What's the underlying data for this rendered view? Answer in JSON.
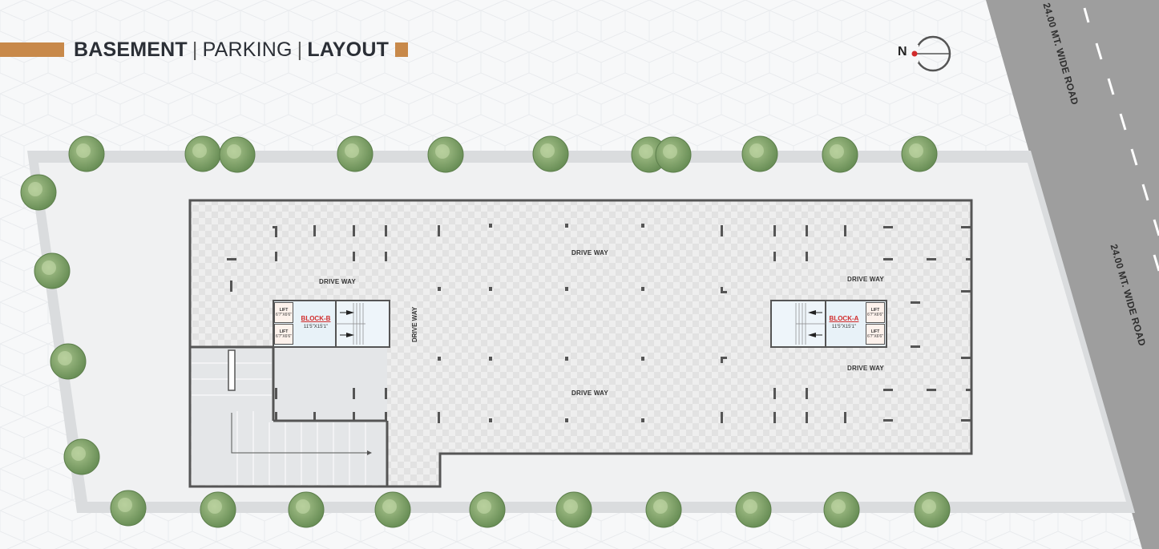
{
  "title": {
    "part1": "BASEMENT",
    "part2": "PARKING",
    "part3": "LAYOUT",
    "separator": "|"
  },
  "compass": {
    "label": "N"
  },
  "road": {
    "label_top": "24.00 MT. WIDE ROAD",
    "label_right": "24.00 MT. WIDE ROAD"
  },
  "driveways": {
    "top_center": "DRIVE WAY",
    "left_mid": "DRIVE WAY",
    "right_upper": "DRIVE WAY",
    "right_lower": "DRIVE WAY",
    "bottom_center": "DRIVE WAY",
    "vertical": "DRIVE WAY"
  },
  "block_b": {
    "name": "BLOCK-B",
    "dims": "11'5\"X15'1\"",
    "lifts": [
      {
        "label": "LIFT",
        "dims": "6'7\"X6'6\""
      },
      {
        "label": "LIFT",
        "dims": "6'7\"X6'6\""
      }
    ]
  },
  "block_a": {
    "name": "BLOCK-A",
    "dims": "11'5\"X15'1\"",
    "lifts": [
      {
        "label": "LIFT",
        "dims": "6'7\"X6'6\""
      },
      {
        "label": "LIFT",
        "dims": "6'7\"X6'6\""
      }
    ]
  },
  "colors": {
    "accent": "#c8894a",
    "block_name": "#d12b2b",
    "road": "#9a9a9a",
    "tree": "#7da06a"
  }
}
